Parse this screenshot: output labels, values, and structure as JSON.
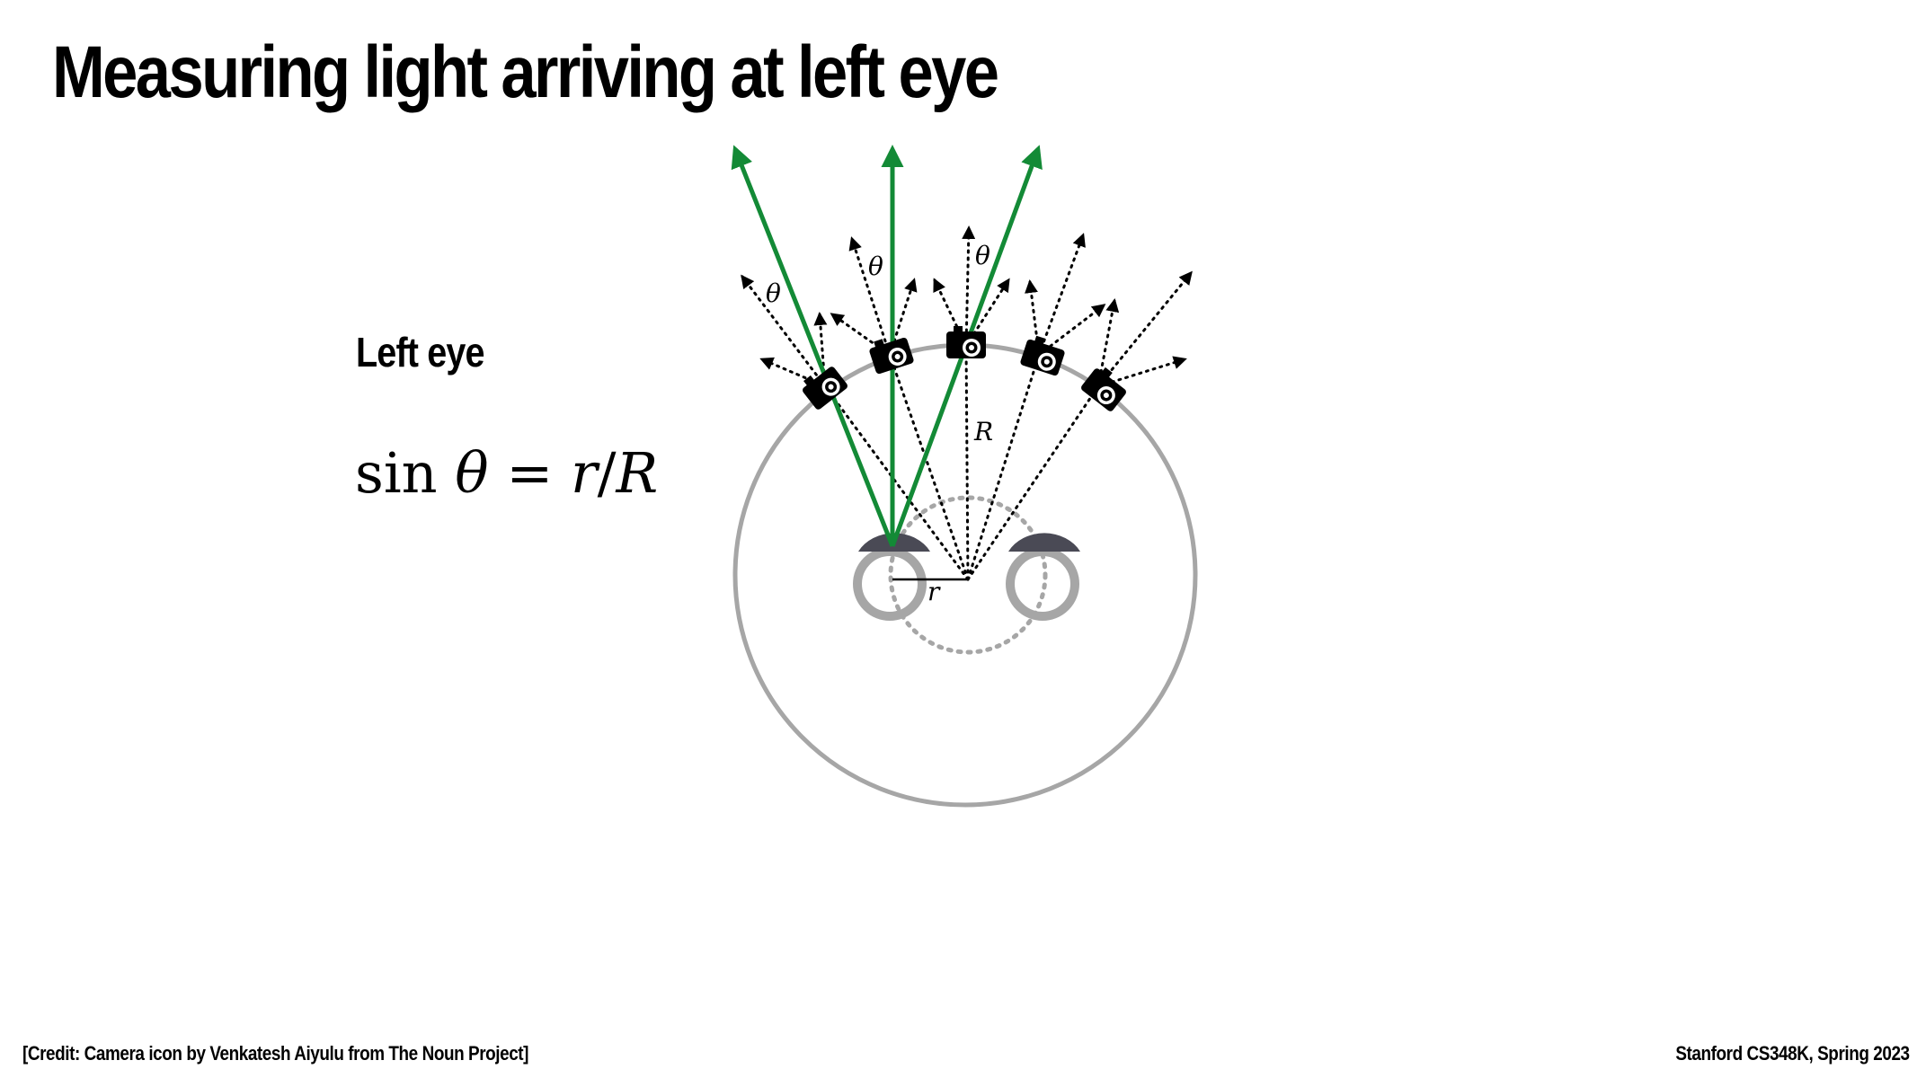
{
  "slide": {
    "title": "Measuring light arriving at left eye",
    "eye_label": "Left eye",
    "equation": {
      "func": "sin",
      "theta": "θ",
      "equals": "=",
      "r": "r",
      "slash": "/",
      "R": "R"
    },
    "credit": "[Credit: Camera icon by Venkatesh Aiyulu from The Noun Project]",
    "course": "Stanford CS348K, Spring 2023"
  },
  "diagram": {
    "labels": {
      "theta": "θ",
      "radius_R": "R",
      "radius_r": "r"
    },
    "colors": {
      "ray_green": "#138a36",
      "circle_gray": "#a6a6a6",
      "eye_cap": "#4a4a55",
      "arrow_black": "#000000"
    },
    "icons": [
      "camera-icon",
      "camera-icon",
      "camera-icon",
      "camera-icon",
      "camera-icon"
    ],
    "camera_count": 5,
    "green_ray_count": 3
  }
}
